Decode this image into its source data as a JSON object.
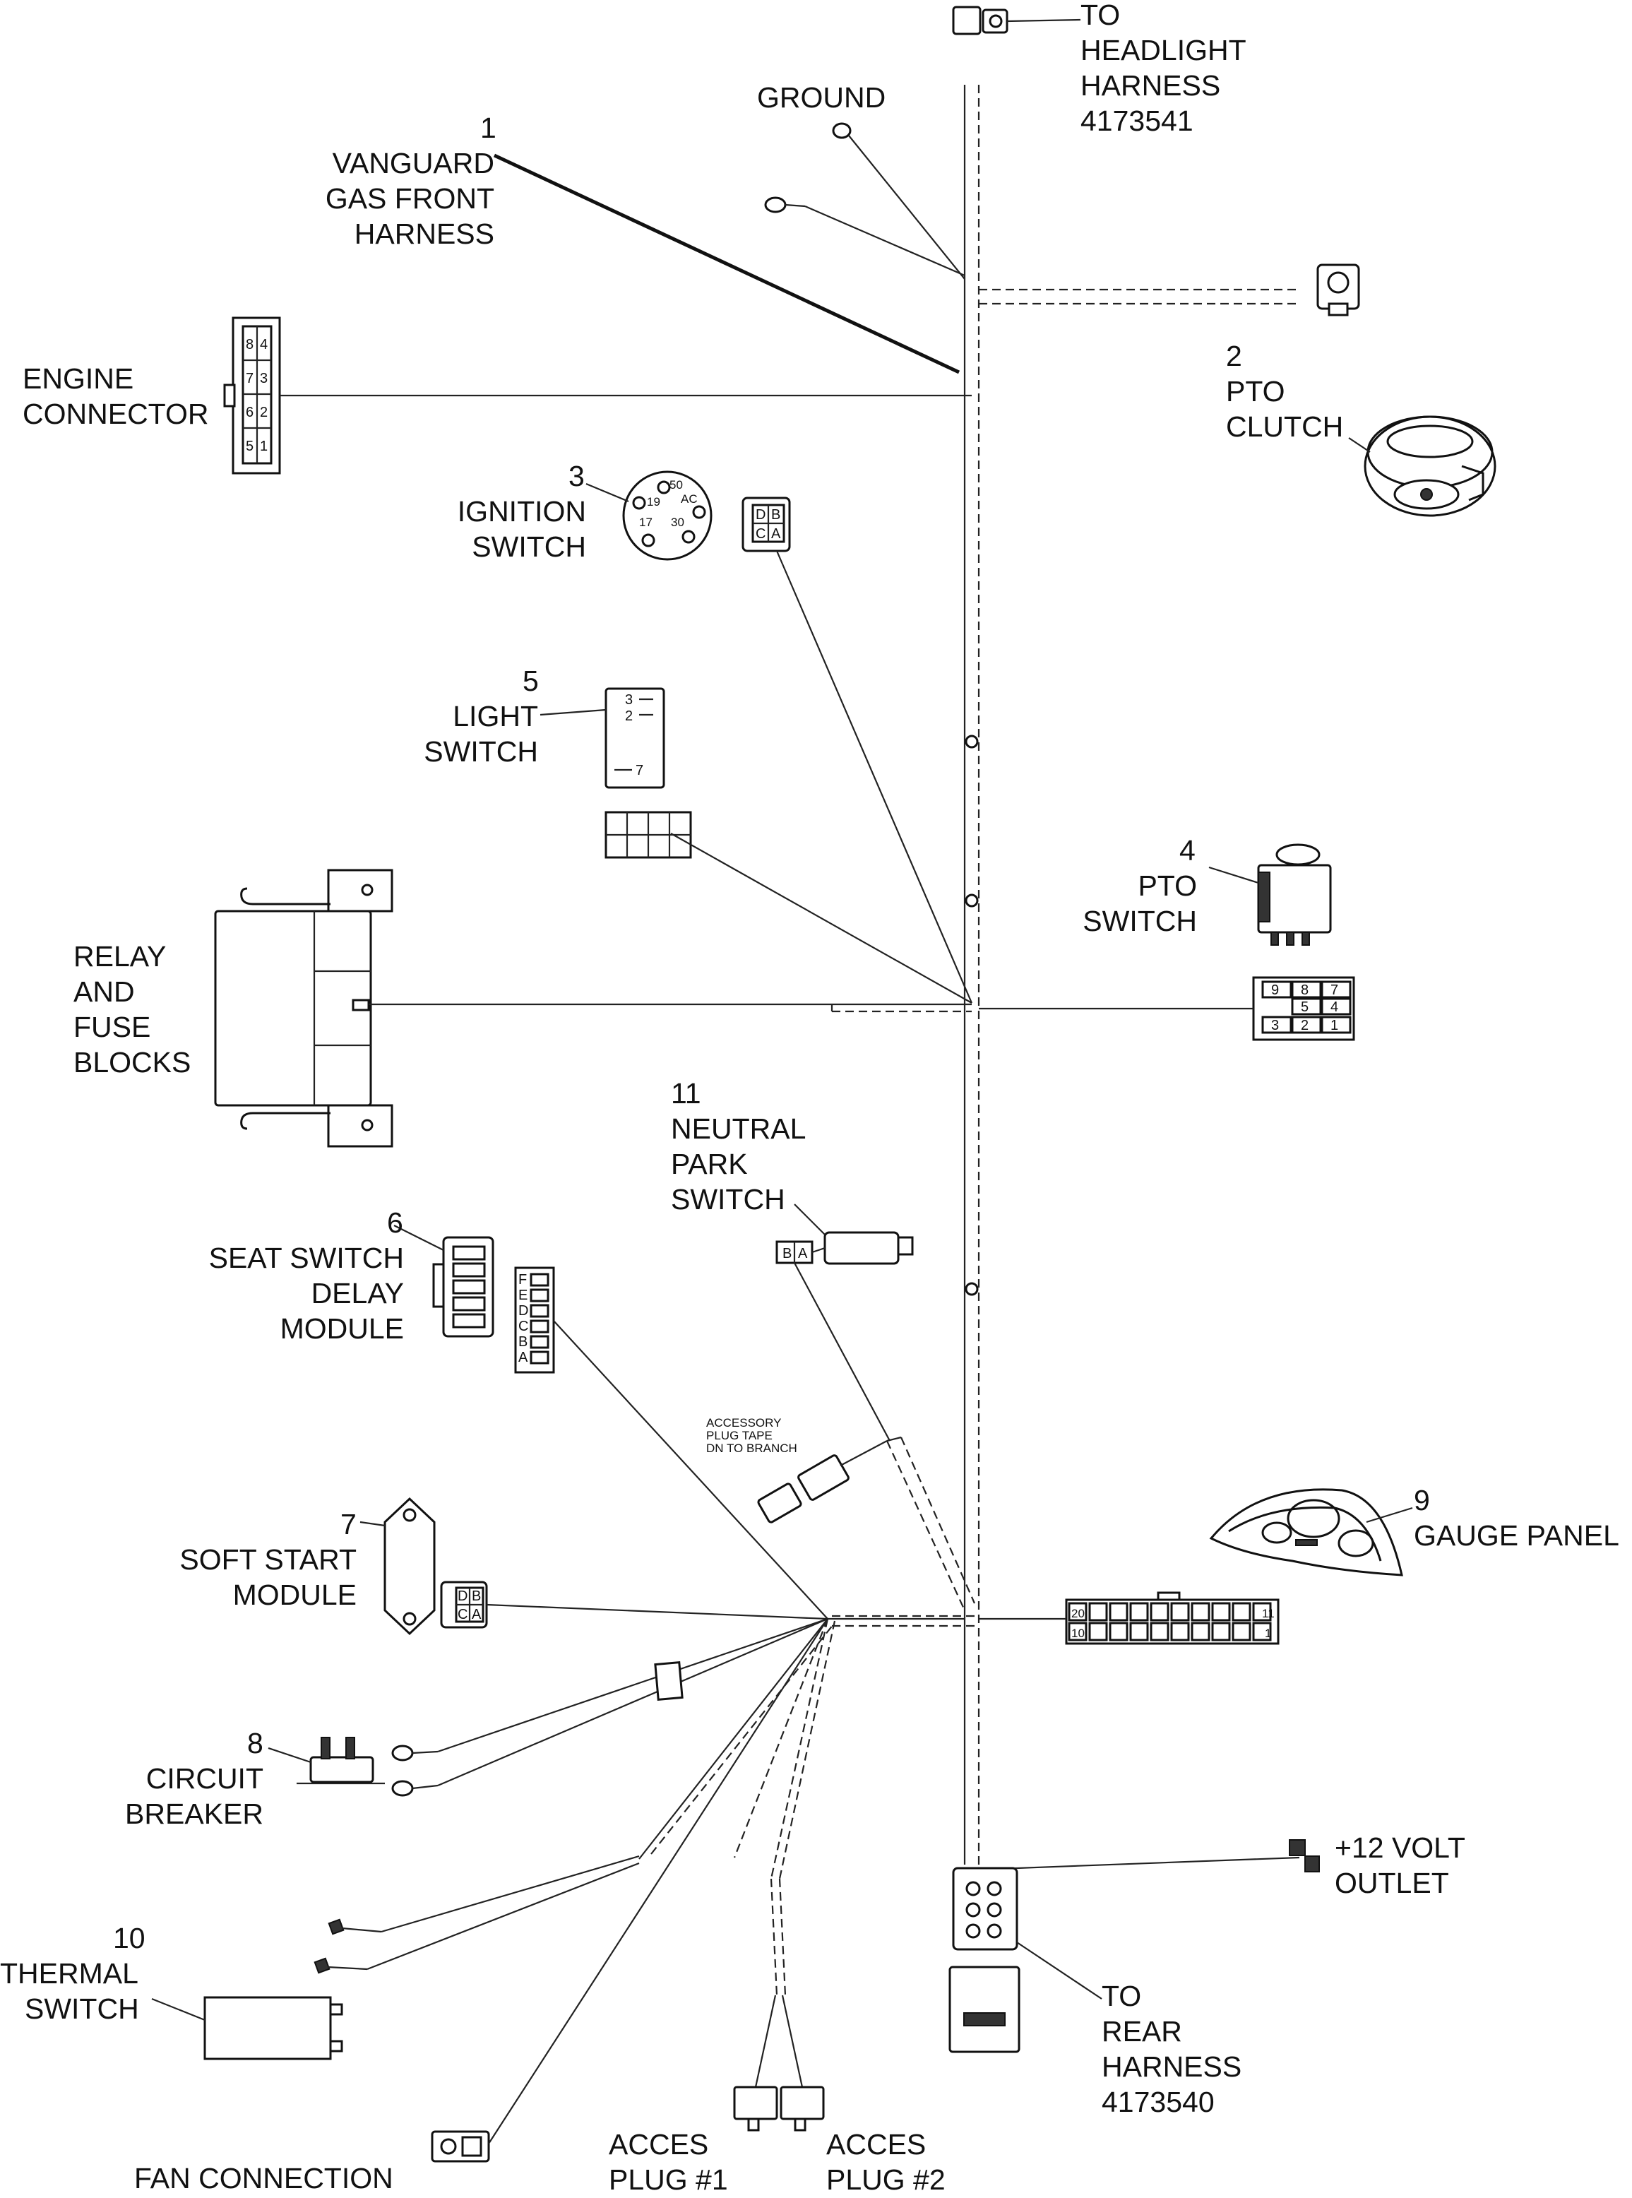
{
  "labels": {
    "to_headlight": [
      "TO",
      "HEADLIGHT",
      "HARNESS",
      "4173541"
    ],
    "ground": "GROUND",
    "vanguard": [
      "1",
      "VANGUARD",
      "GAS FRONT",
      "HARNESS"
    ],
    "engine_connector": [
      "ENGINE",
      "CONNECTOR"
    ],
    "pto_clutch": [
      "2",
      "PTO",
      "CLUTCH"
    ],
    "ignition_switch": [
      "3",
      "IGNITION",
      "SWITCH"
    ],
    "light_switch": [
      "5",
      "LIGHT",
      "SWITCH"
    ],
    "pto_switch": [
      "4",
      "PTO",
      "SWITCH"
    ],
    "relay_fuse": [
      "RELAY",
      "AND",
      "FUSE",
      "BLOCKS"
    ],
    "neutral_park": [
      "11",
      "NEUTRAL",
      "PARK",
      "SWITCH"
    ],
    "seat_switch": [
      "6",
      "SEAT SWITCH",
      "DELAY",
      "MODULE"
    ],
    "accessory_note": [
      "ACCESSORY",
      "PLUG TAPE",
      "DN TO BRANCH"
    ],
    "gauge_panel": [
      "9",
      "GAUGE PANEL"
    ],
    "soft_start": [
      "7",
      "SOFT START",
      "MODULE"
    ],
    "circuit_breaker": [
      "8",
      "CIRCUIT",
      "BREAKER"
    ],
    "twelve_volt": [
      "+12 VOLT",
      "OUTLET"
    ],
    "thermal_switch": [
      "10",
      "THERMAL",
      "SWITCH"
    ],
    "to_rear": [
      "TO",
      "REAR",
      "HARNESS",
      "4173540"
    ],
    "fan_connection": "FAN CONNECTION",
    "acces_plug_1": [
      "ACCES",
      "PLUG #1"
    ],
    "acces_plug_2": [
      "ACCES",
      "PLUG #2"
    ]
  },
  "pin_labels": {
    "engine": [
      "8",
      "4",
      "7",
      "3",
      "6",
      "2",
      "5",
      "1"
    ],
    "ignition": [
      "50",
      "19",
      "AC",
      "17",
      "30"
    ],
    "ign_plug": [
      "D",
      "B",
      "C",
      "A"
    ],
    "light": [
      "3",
      "2",
      "7"
    ],
    "pto_plug": [
      "9",
      "8",
      "7",
      "5",
      "4",
      "3",
      "2",
      "1"
    ],
    "seat": [
      "F",
      "E",
      "D",
      "C",
      "B",
      "A"
    ],
    "soft_plug": [
      "D",
      "B",
      "C",
      "A"
    ],
    "neutral_plug": [
      "B",
      "A"
    ],
    "gauge_plug": [
      "20",
      "11",
      "10",
      "1"
    ]
  },
  "colors": {
    "line": "#222222",
    "background": "#ffffff"
  }
}
